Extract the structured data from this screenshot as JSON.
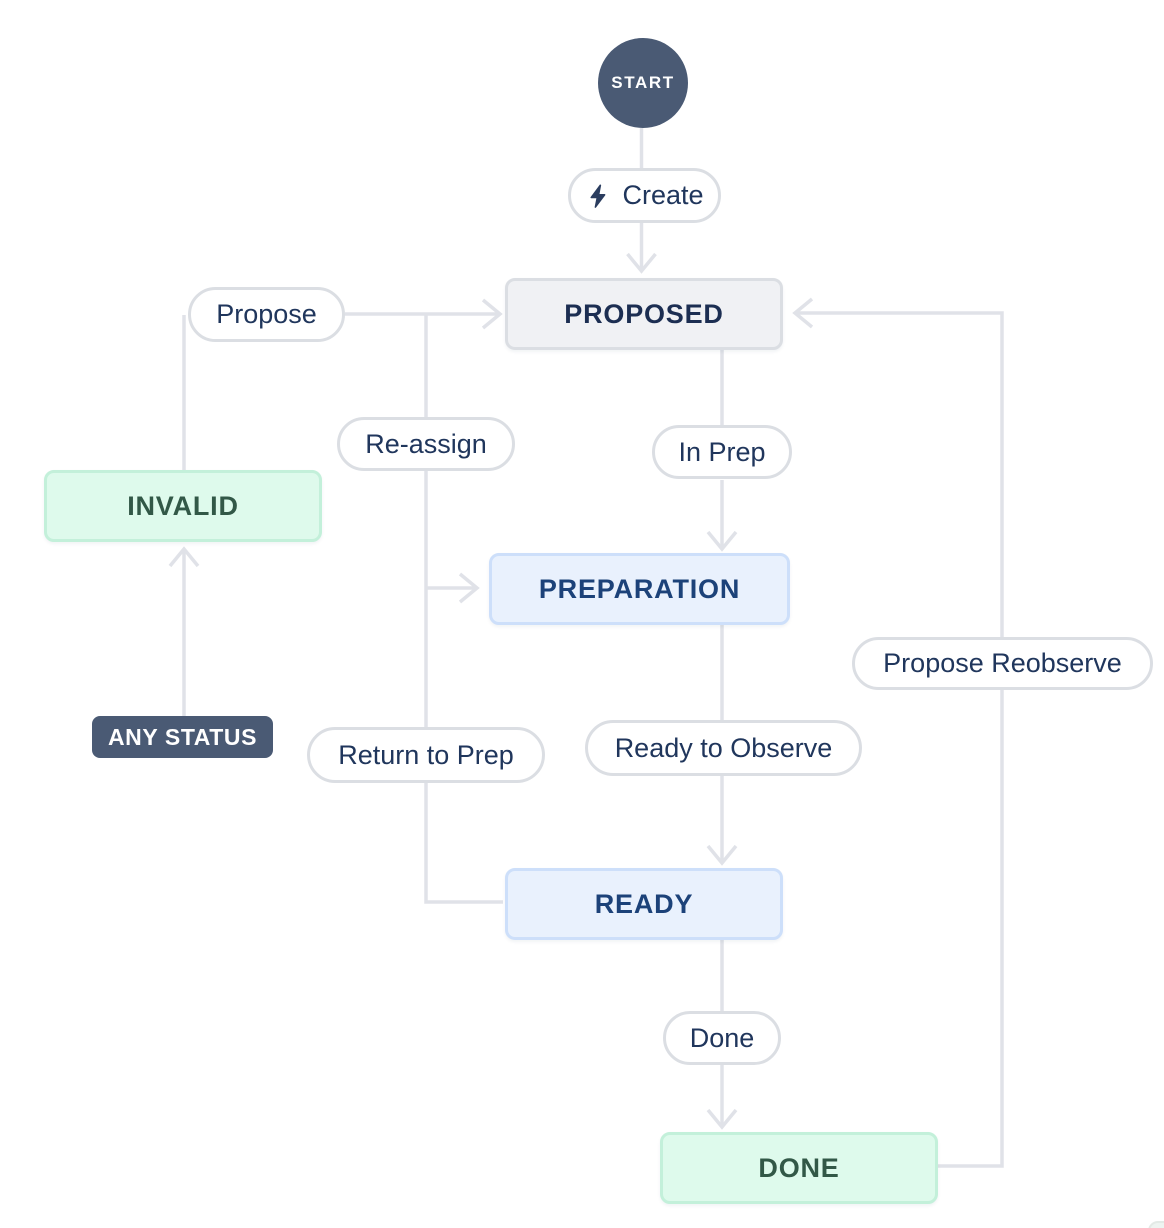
{
  "workflow": {
    "start": {
      "label": "START"
    },
    "statuses": {
      "proposed": {
        "label": "PROPOSED",
        "category": "neutral"
      },
      "invalid": {
        "label": "INVALID",
        "category": "success"
      },
      "preparation": {
        "label": "PREPARATION",
        "category": "inprogress"
      },
      "ready": {
        "label": "READY",
        "category": "inprogress"
      },
      "done": {
        "label": "DONE",
        "category": "success"
      },
      "any_status": {
        "label": "ANY STATUS",
        "category": "dark"
      }
    },
    "transitions": {
      "create": {
        "label": "Create",
        "icon": "lightning-icon",
        "from": "START",
        "to": "PROPOSED"
      },
      "propose": {
        "label": "Propose",
        "from": "INVALID",
        "to": "PROPOSED"
      },
      "reassign": {
        "label": "Re-assign",
        "from": "READY",
        "to": "PROPOSED"
      },
      "in_prep": {
        "label": "In Prep",
        "from": "PROPOSED",
        "to": "PREPARATION"
      },
      "return_to_prep": {
        "label": "Return to Prep",
        "from": "READY",
        "to": "PREPARATION"
      },
      "ready_to_observe": {
        "label": "Ready to Observe",
        "from": "PREPARATION",
        "to": "READY"
      },
      "done": {
        "label": "Done",
        "from": "READY",
        "to": "DONE"
      },
      "propose_reobserve": {
        "label": "Propose Reobserve",
        "from": "DONE",
        "to": "PROPOSED"
      },
      "any_to_invalid": {
        "from": "ANY STATUS",
        "to": "INVALID"
      }
    },
    "colors": {
      "edge": "#E0E2E8",
      "dark_node_bg": "#4A5A74",
      "neutral_bg": "#F0F1F4",
      "neutral_border": "#DBDEE3",
      "neutral_text": "#1C2E52",
      "inprogress_bg": "#E9F1FD",
      "inprogress_border": "#CDDFFA",
      "inprogress_text": "#1C4279",
      "success_bg": "#DEFAEC",
      "success_border": "#C3F0DA",
      "success_text": "#325847",
      "pill_border": "#DBDEE3",
      "pill_text": "#20365C"
    }
  }
}
